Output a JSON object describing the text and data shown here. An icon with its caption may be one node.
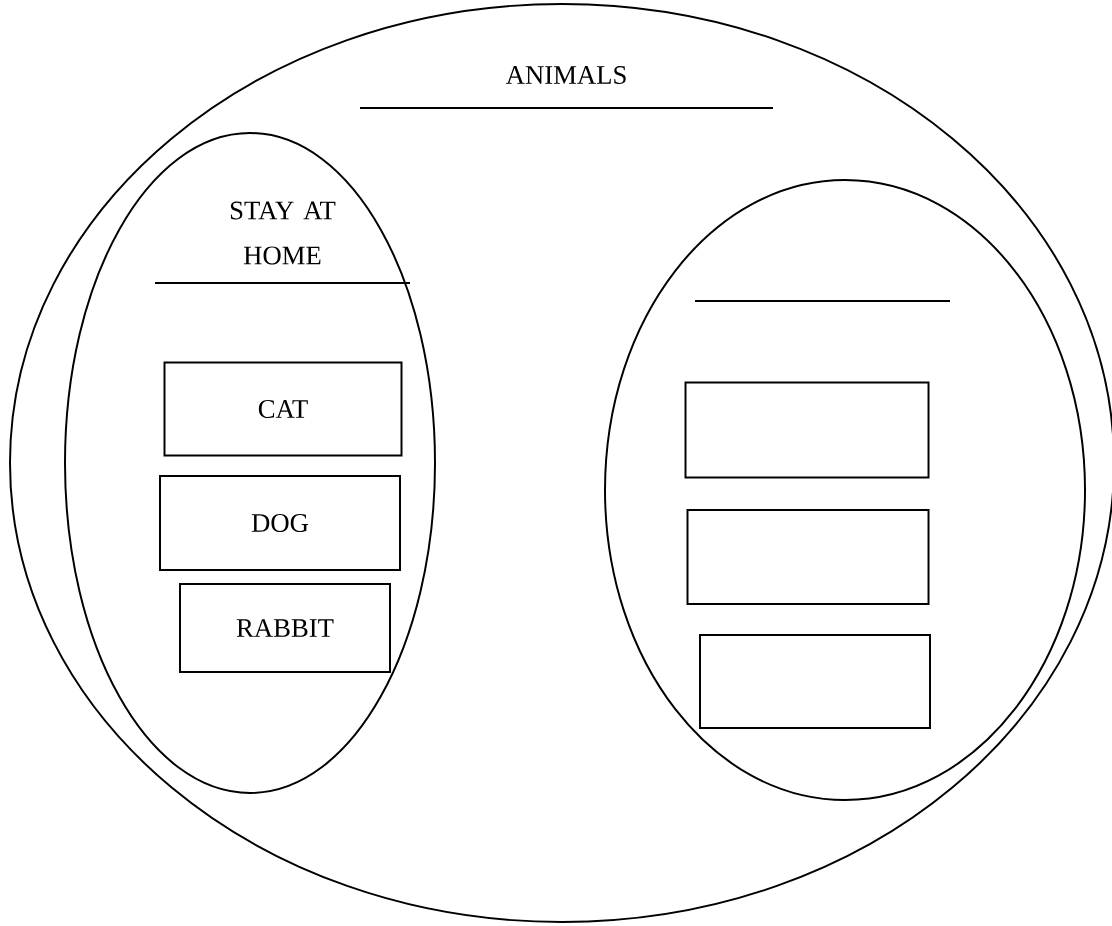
{
  "diagram": {
    "nodes": [
      {
        "text": [
          "ANIMALS"
        ]
      },
      {
        "text": [
          "STAY AT HOME"
        ],
        "in": 0
      },
      {
        "text": [
          "CAT"
        ],
        "in": 1
      },
      {
        "text": [
          "DOG"
        ],
        "in": 1
      },
      {
        "text": [
          "RABBIT"
        ],
        "in": 1
      },
      {
        "text": [],
        "shape": "ellipse",
        "in": 0
      },
      {
        "text": [],
        "shape": "box",
        "in": 5
      },
      {
        "text": [],
        "shape": "box",
        "in": 5
      },
      {
        "text": [],
        "shape": "box",
        "in": 5
      }
    ]
  }
}
